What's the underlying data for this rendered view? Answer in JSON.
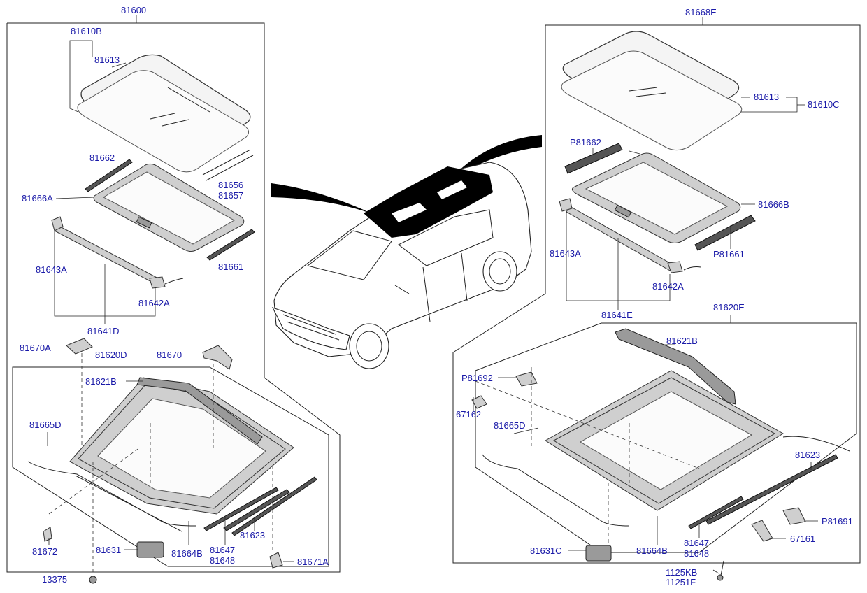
{
  "labels": {
    "l81600": "81600",
    "l81610B": "81610B",
    "l81613_left": "81613",
    "l81662": "81662",
    "l81666A": "81666A",
    "l81656": "81656",
    "l81657": "81657",
    "l81661": "81661",
    "l81643A_left": "81643A",
    "l81642A_left": "81642A",
    "l81641D": "81641D",
    "l81670A": "81670A",
    "l81620D": "81620D",
    "l81670": "81670",
    "l81621B_left": "81621B",
    "l81665D_left": "81665D",
    "l81623_left": "81623",
    "l81672": "81672",
    "l81631": "81631",
    "l81664B_left": "81664B",
    "l81647_left": "81647",
    "l81648_left": "81648",
    "l81671A": "81671A",
    "l13375": "13375",
    "l81668E": "81668E",
    "l81613_right": "81613",
    "l81610C": "81610C",
    "lP81662": "P81662",
    "l81666B": "81666B",
    "lP81661": "P81661",
    "l81643A_right": "81643A",
    "l81642A_right": "81642A",
    "l81641E": "81641E",
    "l81620E": "81620E",
    "l81621B_right": "81621B",
    "lP81692": "P81692",
    "l67162": "67162",
    "l81665D_right": "81665D",
    "l81623_right": "81623",
    "lP81691": "P81691",
    "l67161": "67161",
    "l81631C": "81631C",
    "l81664B_right": "81664B",
    "l81647_right": "81647",
    "l81648_right": "81648",
    "l1125KB": "1125KB",
    "l11251F": "11251F"
  },
  "colors": {
    "label_text": "#1a1aa8",
    "line": "#222222",
    "background": "#ffffff",
    "highlight_roof": "#000000"
  },
  "icons": {
    "car": "minivan-illustration",
    "callout": "sunroof-callout-pointer"
  }
}
